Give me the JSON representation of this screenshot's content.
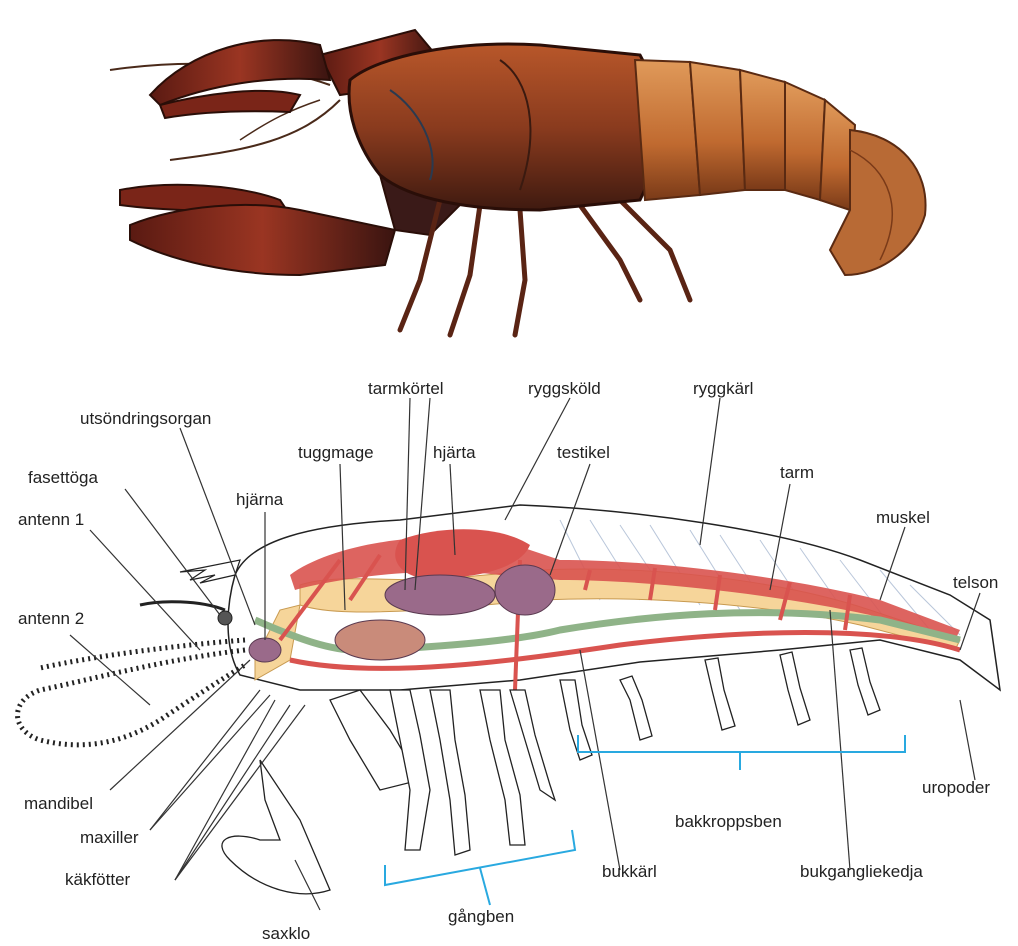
{
  "labels": {
    "utsondringsorgan": "utsöndringsorgan",
    "tarmkortel": "tarmkörtel",
    "ryggskold": "ryggsköld",
    "ryggkarl": "ryggkärl",
    "fasettoga": "fasettöga",
    "tuggmage": "tuggmage",
    "hjarta": "hjärta",
    "testikel": "testikel",
    "tarm": "tarm",
    "antenn1": "antenn 1",
    "hjarna": "hjärna",
    "muskel": "muskel",
    "antenn2": "antenn 2",
    "telson": "telson",
    "mandibel": "mandibel",
    "uropoder": "uropoder",
    "maxiller": "maxiller",
    "bakkroppsben": "bakkroppsben",
    "kakfotter": "käkfötter",
    "bukkarl": "bukkärl",
    "bukgangliekedja": "bukgangliekedja",
    "gangben": "gångben",
    "saxklo": "saxklo"
  },
  "colors": {
    "shell_brown": "#8a3b1e",
    "shell_dark": "#4a1a10",
    "shell_orange": "#c8702f",
    "artery_red": "#d9534f",
    "gut_yellow": "#f6d59a",
    "nerve_green": "#8fb388",
    "gland_purple": "#8a5a7a",
    "bracket_blue": "#29a9e0",
    "leader_line": "#333333"
  }
}
